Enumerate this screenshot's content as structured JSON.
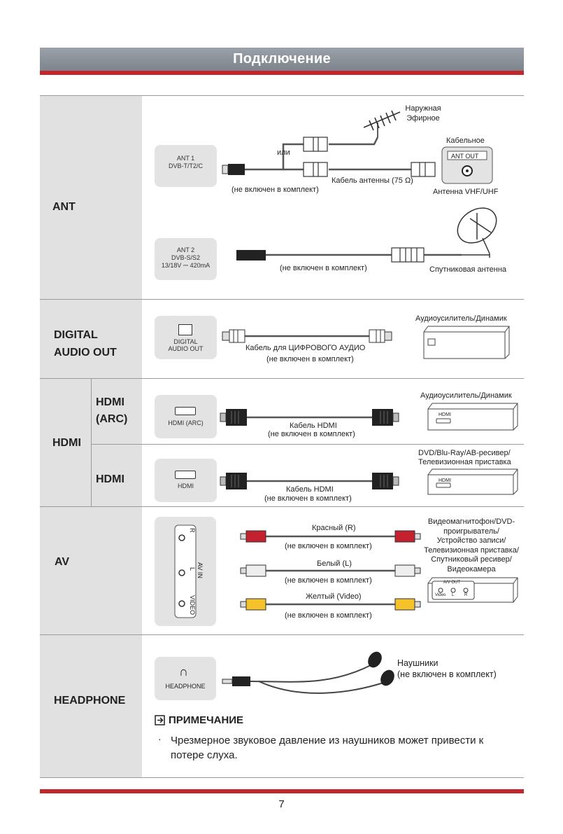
{
  "header": {
    "title": "Подключение"
  },
  "sections": {
    "ant": {
      "label": "ANT",
      "port1": [
        "ANT 1",
        "DVB-T/T2/C"
      ],
      "port2": [
        "ANT 2",
        "DVB-S/S2",
        "13/18V ⎓ 420mA"
      ],
      "outdoor": [
        "Наружная",
        "Эфирное"
      ],
      "or": "или",
      "cable_tv": "Кабельное",
      "ant_out": "ANT OUT",
      "ant_cable": "Кабель антенны (75 Ω)",
      "not_incl": "(не включен в комплект)",
      "vhf": "Антенна VHF/UHF",
      "sat": "Спутниковая антенна"
    },
    "digital": {
      "label1": "DIGITAL",
      "label2": "AUDIO OUT",
      "port": [
        "DIGITAL",
        "AUDIO OUT"
      ],
      "cable": "Кабель для ЦИФРОВОГО АУДИО",
      "not_incl": "(не включен в комплект)",
      "device": "Аудиоусилитель/Динамик"
    },
    "hdmi": {
      "label": "HDMI",
      "arc_label1": "HDMI",
      "arc_label2": "(ARC)",
      "sub_label": "HDMI",
      "arc_port": "HDMI (ARC)",
      "port": "HDMI",
      "cable": "Кабель HDMI",
      "not_incl": "не включен в комплект)",
      "not_incl_full": "(не включен в комплект)",
      "arc_device": "Аудиоусилитель/Динамик",
      "device1": "DVD/Blu-Ray/AB-ресивер/",
      "device2": "Телевизионная приставка",
      "box_label": "HDMI"
    },
    "av": {
      "label": "AV",
      "port_r": "R",
      "port_l": "L",
      "port_avin": "AV IN",
      "port_video": "VIDEO",
      "red": "Красный (R)",
      "white": "Белый (L)",
      "yellow": "Желтый (Video)",
      "not_incl": "(не включен в комплект)",
      "device": [
        "Видеомагнитофон/DVD-",
        "проигрыватель/",
        "Устройство записи/",
        "Телевизионная приставка/",
        "Спутниковый ресивер/",
        "Видеокамера"
      ],
      "box_title": "A/V OUT",
      "box_labels": [
        "Video",
        "L",
        "R"
      ]
    },
    "headphone": {
      "label": "HEADPHONE",
      "port": "HEADPHONE",
      "device1": "Наушники",
      "device2": "(не включен в комплект)"
    }
  },
  "note": {
    "title": "ПРИМЕЧАНИЕ",
    "bullet": "·",
    "text": "Чрезмерное звуковое давление из наушников может привести к потере слуха."
  },
  "page_number": "7",
  "colors": {
    "accent_red": "#c1272d",
    "header_gray": "#8a9097",
    "label_col": "#e1e1e1"
  }
}
